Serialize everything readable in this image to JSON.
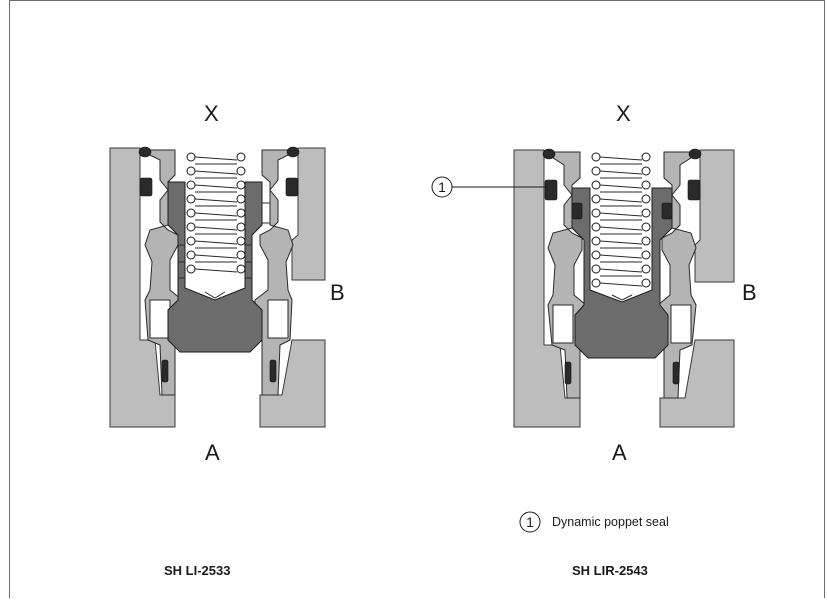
{
  "diagrams": [
    {
      "model": "SH LI-2533",
      "port_top": "X",
      "port_side": "B",
      "port_bottom": "A"
    },
    {
      "model": "SH LIR-2543",
      "port_top": "X",
      "port_side": "B",
      "port_bottom": "A",
      "callout": "1"
    }
  ],
  "legend": {
    "marker": "1",
    "text": "Dynamic poppet seal"
  }
}
